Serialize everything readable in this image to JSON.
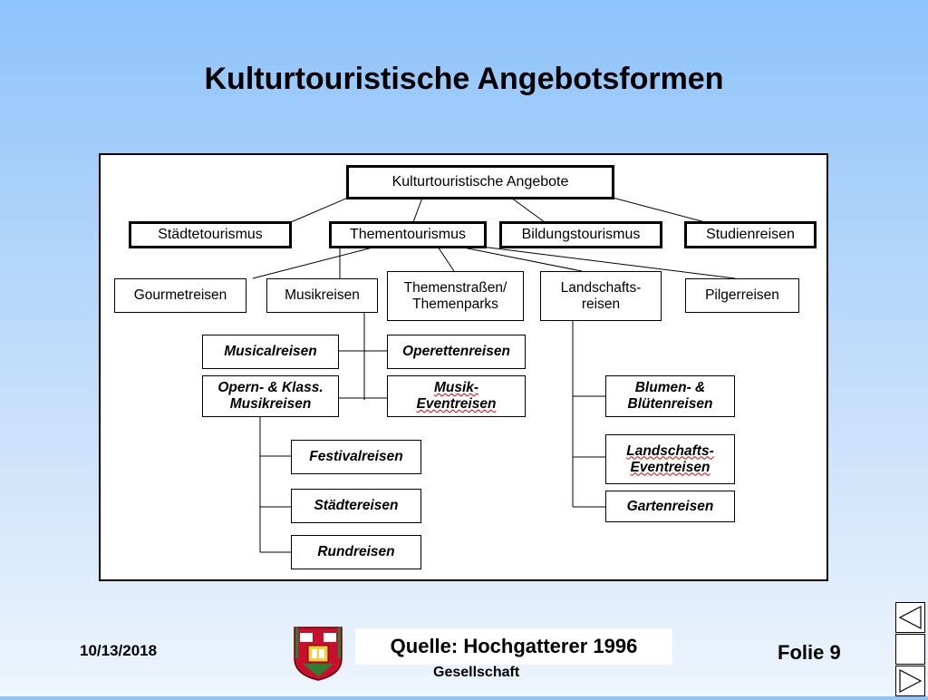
{
  "slide": {
    "title": "Kulturtouristische Angebotsformen",
    "date": "10/13/2018",
    "source": "Quelle: Hochgatterer 1996",
    "organization": "Gesellschaft",
    "folie": "Folie 9"
  },
  "diagram": {
    "root": "Kulturtouristische Angebote",
    "level1": [
      "Städtetourismus",
      "Thementourismus",
      "Bildungstourismus",
      "Studienreisen"
    ],
    "level2": [
      "Gourmetreisen",
      "Musikreisen",
      "Themenstraßen/\nThemenparks",
      "Landschafts-\nreisen",
      "Pilgerreisen"
    ],
    "musik": [
      "Musicalreisen",
      "Operettenreisen",
      "Opern- & Klass.\nMusikreisen",
      "Musik-\nEventreisen"
    ],
    "oper": [
      "Festivalreisen",
      "Städtereisen",
      "Rundreisen"
    ],
    "landschaft": [
      "Blumen- &\nBlütenreisen",
      "Landschafts-\nEventreisen",
      "Gartenreisen"
    ]
  },
  "icons": {
    "logo": "coat-of-arms-icon",
    "nav_prev": "triangle-left-icon",
    "nav_next": "triangle-right-icon"
  }
}
